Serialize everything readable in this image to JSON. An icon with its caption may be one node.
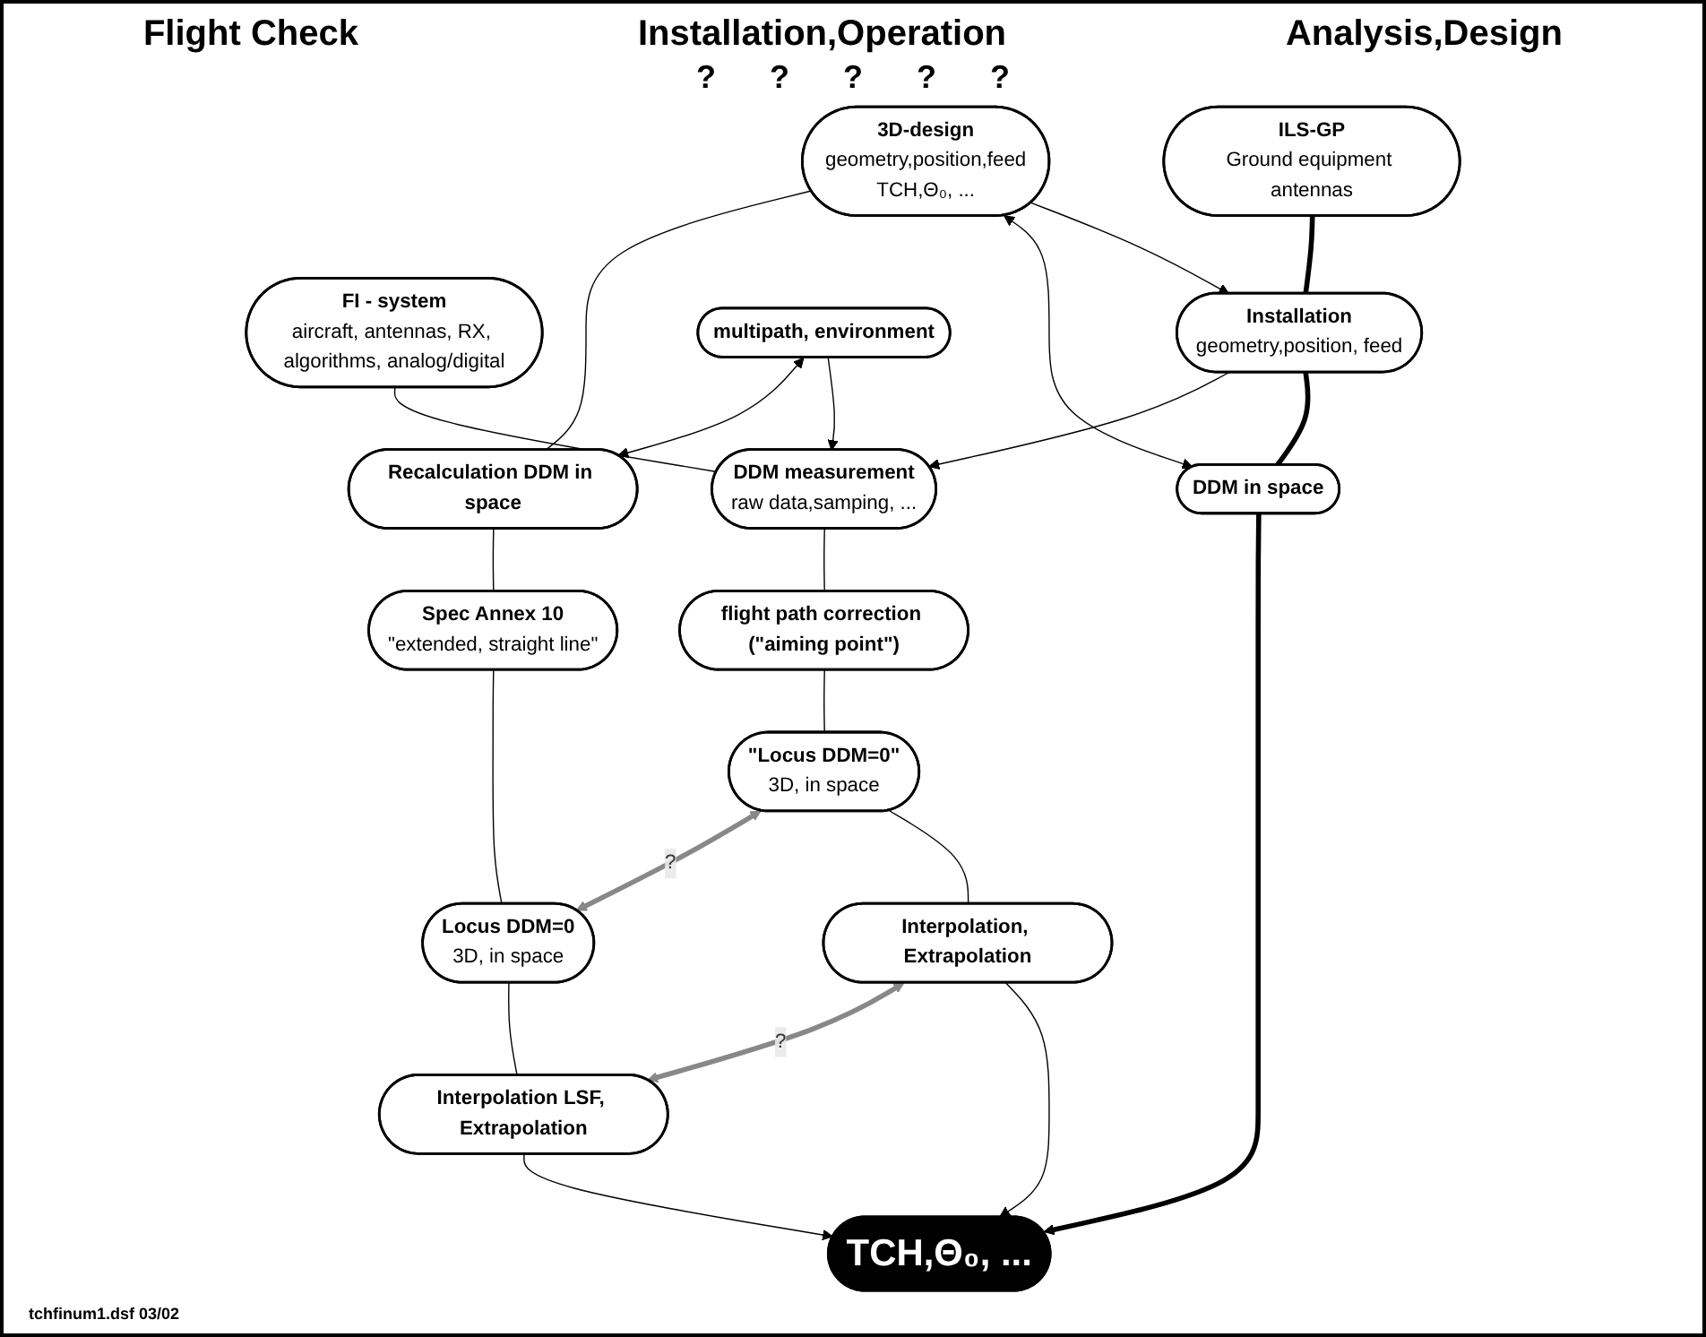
{
  "diagram": {
    "nodes": [
      {
        "text": [
          "ILS-GP",
          "Ground equipment antennas"
        ]
      },
      {
        "text": [
          "FI - system",
          "aircraft, antennas, RX, algorithms, analog/digital"
        ]
      },
      {
        "text": [
          "Installation",
          "geometry,position, feed"
        ]
      },
      {
        "text": [
          "3D-design",
          "geometry,position,feed",
          "TCH,Θ₀, ..."
        ]
      },
      {
        "text": [
          "DDM measurement",
          "raw data,samping, ..."
        ]
      },
      {
        "text": [
          "DDM in space"
        ]
      },
      {
        "text": [
          "Recalculation DDM in space"
        ]
      },
      {
        "text": [
          "flight path correction (\"aiming point\")"
        ]
      },
      {
        "text": [
          "multipath, environment"
        ]
      },
      {
        "text": [
          "Spec Annex 10",
          "\"extended, straight line\""
        ]
      },
      {
        "text": [
          "\"Locus DDM=0\"",
          "3D, in space"
        ]
      },
      {
        "text": [
          "Locus DDM=0",
          "3D, in space"
        ]
      },
      {
        "text": [
          "Interpolation, Extrapolation"
        ]
      },
      {
        "text": [
          "Interpolation LSF, Extrapolation"
        ]
      },
      {
        "text": [
          "TCH,Θ₀, ..."
        ]
      }
    ],
    "edges": [
      {
        "from": 0,
        "to": 2,
        "arrow": "none",
        "style": "thick"
      },
      {
        "from": 2,
        "to": 5,
        "arrow": "none",
        "style": "thick"
      },
      {
        "from": 5,
        "to": 14,
        "arrow": "to",
        "style": "thick"
      },
      {
        "from": 1,
        "to": 4,
        "arrow": "none"
      },
      {
        "from": 4,
        "to": 7,
        "arrow": "none"
      },
      {
        "from": 7,
        "to": 10,
        "arrow": "none"
      },
      {
        "from": 10,
        "to": 12,
        "arrow": "none"
      },
      {
        "from": 12,
        "to": 14,
        "arrow": "to"
      },
      {
        "from": 3,
        "to": 2,
        "arrow": "to"
      },
      {
        "from": 3,
        "to": 5,
        "arrow": "both"
      },
      {
        "from": 2,
        "to": 4,
        "arrow": "to"
      },
      {
        "from": 8,
        "to": 4,
        "arrow": "to"
      },
      {
        "from": 8,
        "to": 6,
        "arrow": "both"
      },
      {
        "from": 3,
        "to": 6,
        "arrow": "none"
      },
      {
        "from": 6,
        "to": 9,
        "arrow": "none"
      },
      {
        "from": 9,
        "to": 11,
        "arrow": "none"
      },
      {
        "from": 11,
        "to": 13,
        "arrow": "none"
      },
      {
        "from": 13,
        "to": 14,
        "arrow": "to"
      },
      {
        "from": 10,
        "to": 11,
        "arrow": "both",
        "label": "?",
        "style": "thick",
        "color": "#888888"
      },
      {
        "from": 12,
        "to": 13,
        "arrow": "both",
        "label": "?",
        "style": "thick",
        "color": "#888888"
      }
    ],
    "labels": [
      "Flight Check",
      "Installation,Operation",
      "Analysis,Design",
      "?",
      "?",
      "?",
      "?",
      "?",
      "tchfinum1.dsf  03/02"
    ]
  }
}
